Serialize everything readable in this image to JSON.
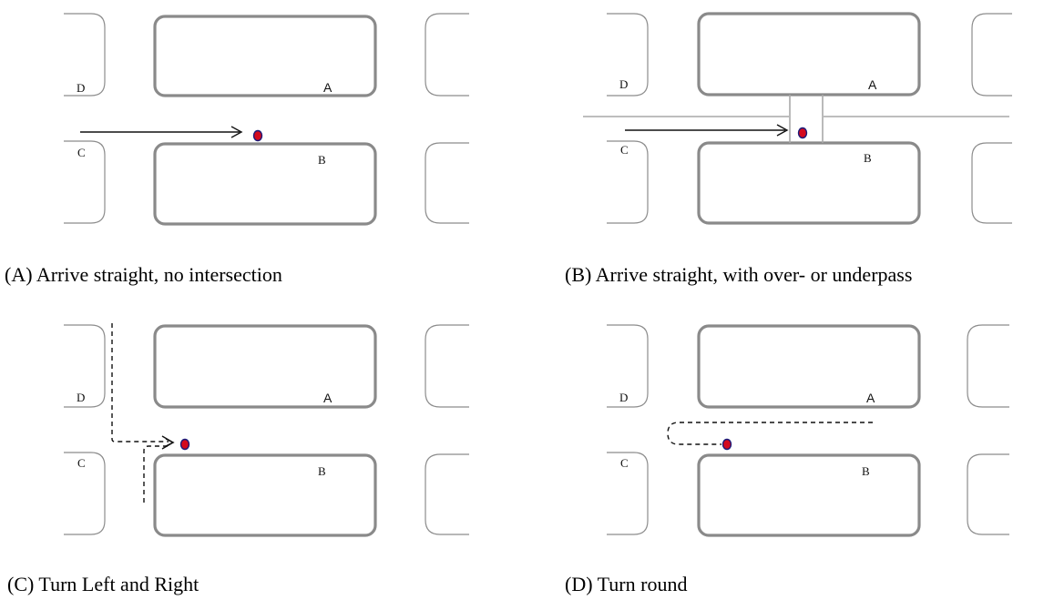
{
  "panels": [
    {
      "id": "A",
      "caption": "(A) Arrive straight, no intersection",
      "labels": {
        "block_a": "A",
        "block_b": "B",
        "block_c": "C",
        "block_d": "D"
      }
    },
    {
      "id": "B",
      "caption": "(B) Arrive straight, with over- or underpass",
      "labels": {
        "block_a": "A",
        "block_b": "B",
        "block_c": "C",
        "block_d": "D"
      }
    },
    {
      "id": "C",
      "caption": "(C) Turn Left and Right",
      "labels": {
        "block_a": "A",
        "block_b": "B",
        "block_c": "C",
        "block_d": "D"
      }
    },
    {
      "id": "D",
      "caption": "(D) Turn round",
      "labels": {
        "block_a": "A",
        "block_b": "B",
        "block_c": "C",
        "block_d": "D"
      }
    }
  ],
  "colors": {
    "block_stroke": "#8a8a8a",
    "road_stroke": "#a8a8a8",
    "marker_fill": "#d40a1e",
    "marker_stroke": "#1a1a7a"
  }
}
